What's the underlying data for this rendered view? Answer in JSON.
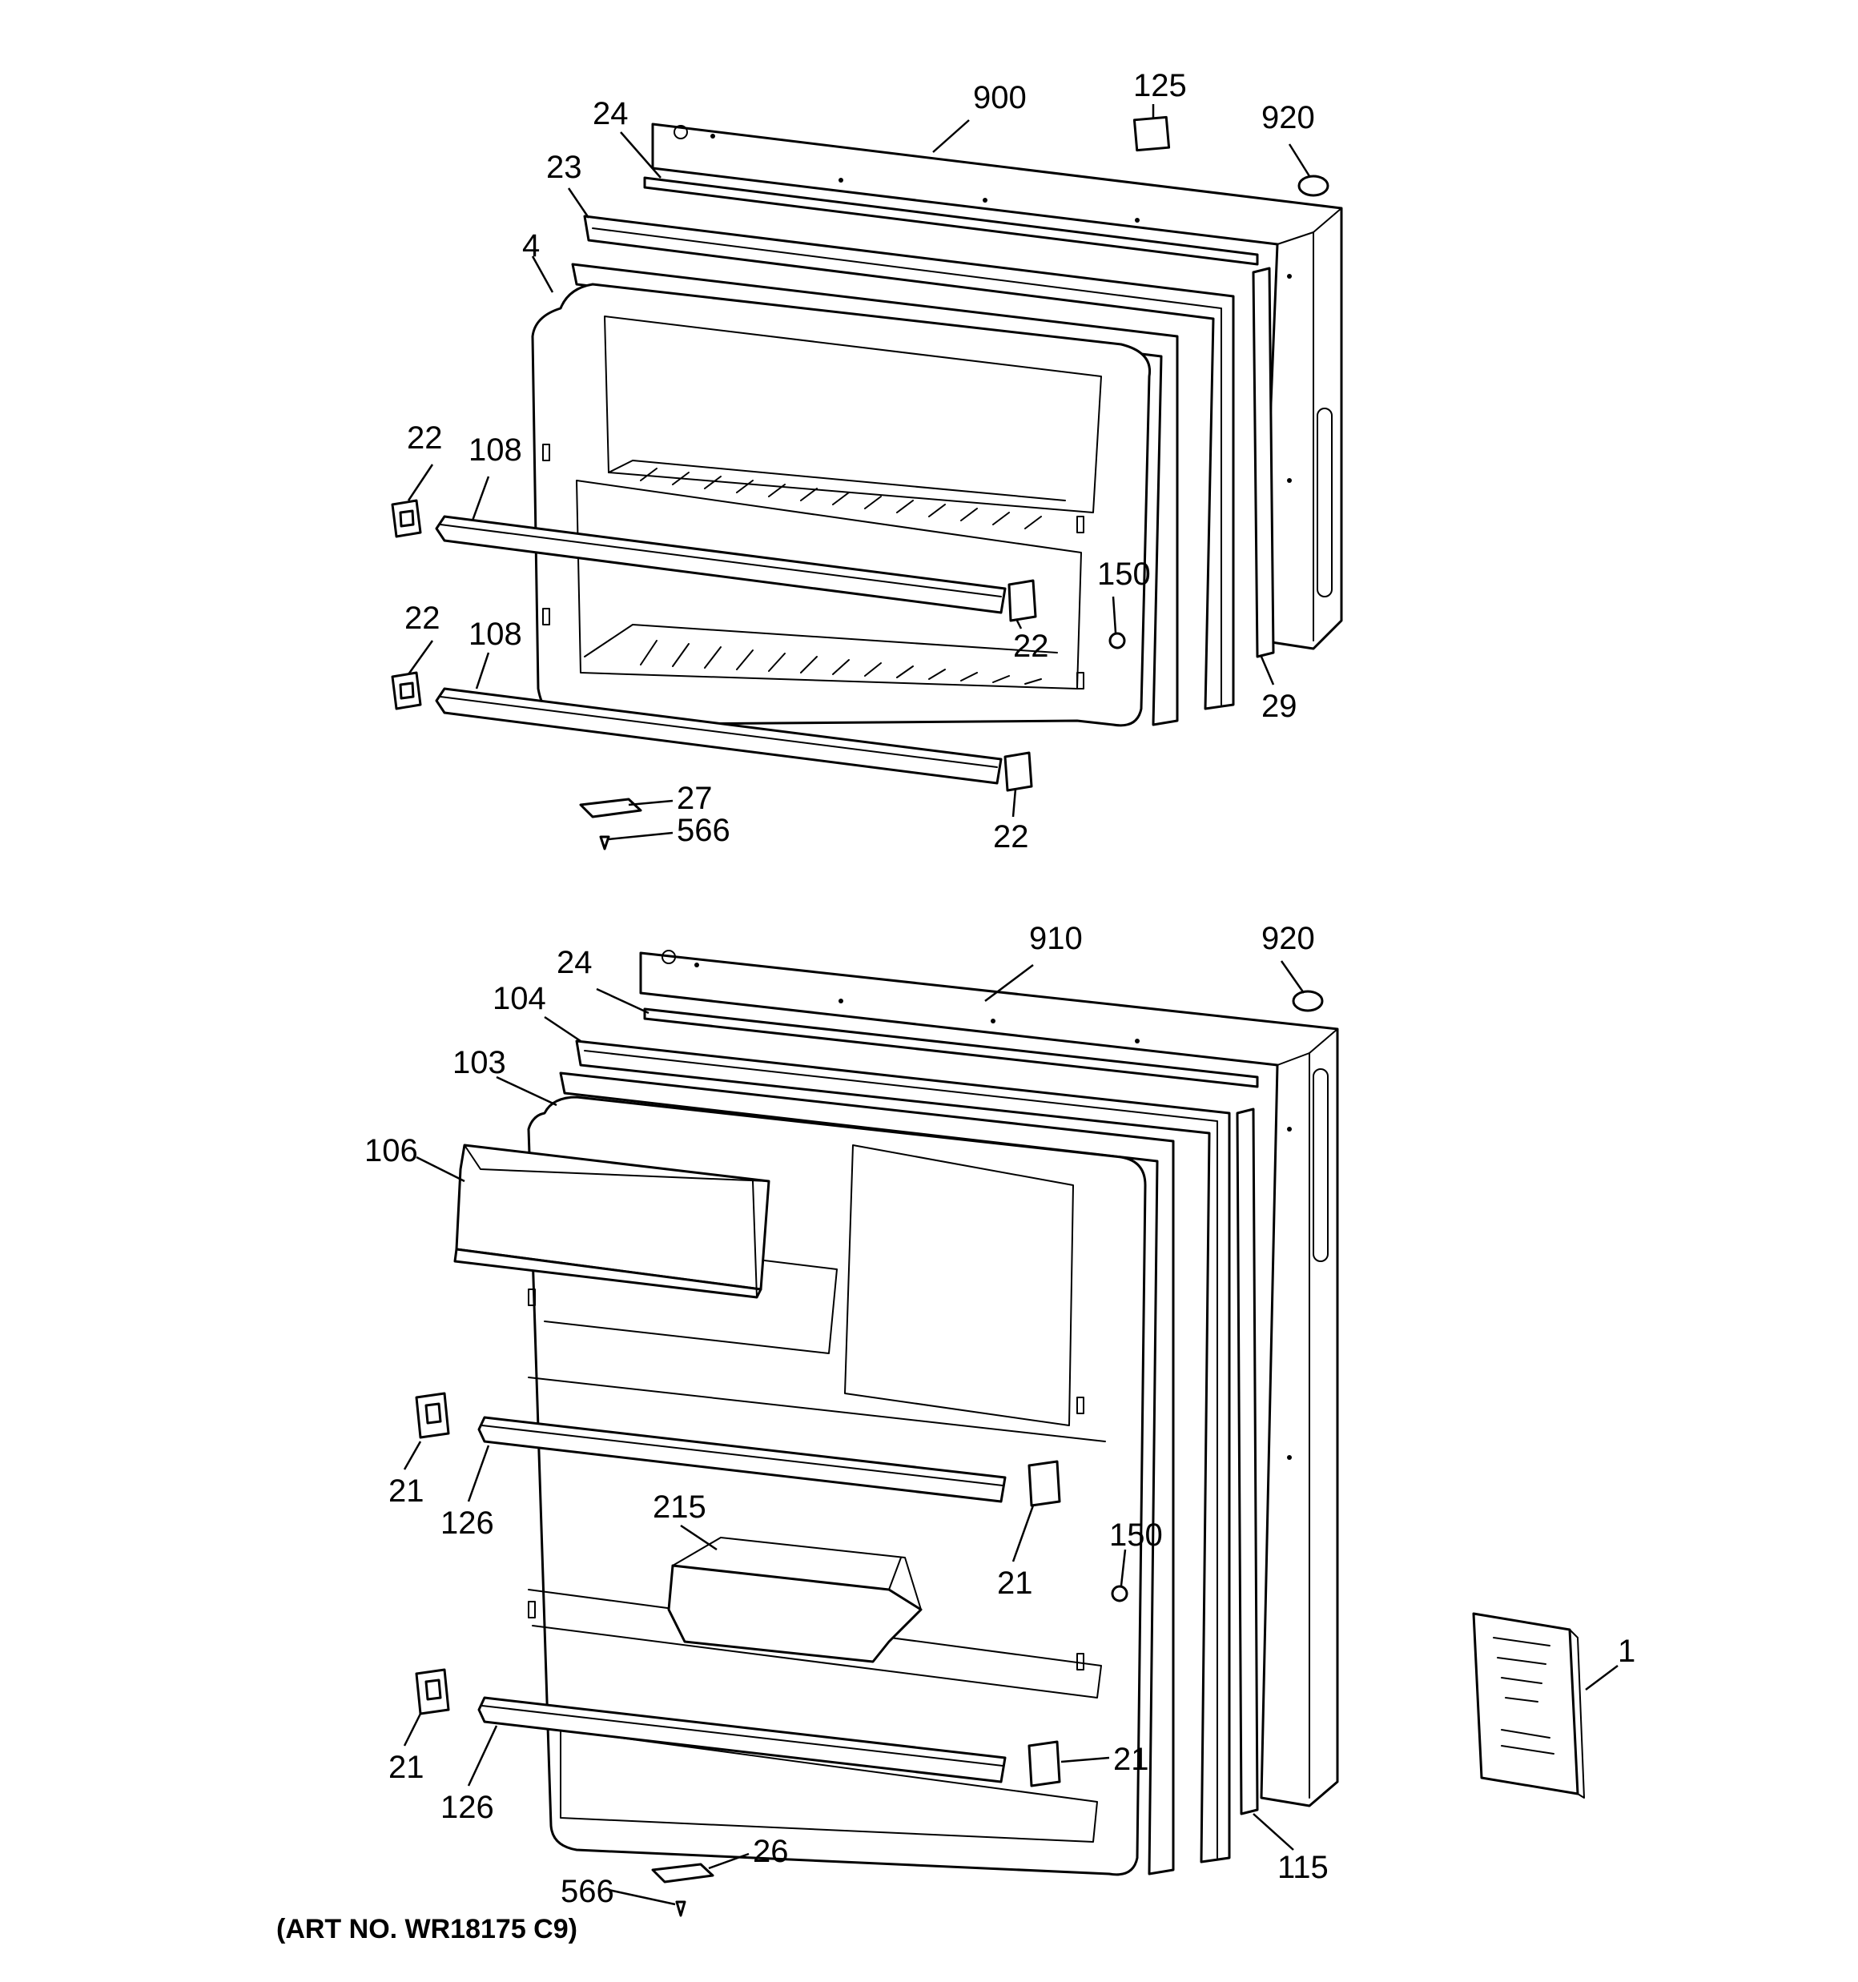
{
  "colors": {
    "line": "#000000",
    "background": "#ffffff"
  },
  "callouts": {
    "c900": "900",
    "c125": "125",
    "c920_top": "920",
    "c24_top": "24",
    "c23": "23",
    "c4": "4",
    "c22_a": "22",
    "c108_a": "108",
    "c22_b": "22",
    "c108_b": "108",
    "c150_top": "150",
    "c22_c": "22",
    "c29": "29",
    "c27": "27",
    "c566_top": "566",
    "c22_d": "22",
    "c910": "910",
    "c920_bottom": "920",
    "c24_bottom": "24",
    "c104": "104",
    "c103": "103",
    "c106": "106",
    "c21_a": "21",
    "c126_a": "126",
    "c215": "215",
    "c150_bottom": "150",
    "c21_b": "21",
    "c21_c": "21",
    "c126_b": "126",
    "c21_d": "21",
    "c1": "1",
    "c115": "115",
    "c26": "26",
    "c566_bottom": "566"
  },
  "art_number": "(ART NO. WR18175 C9)"
}
